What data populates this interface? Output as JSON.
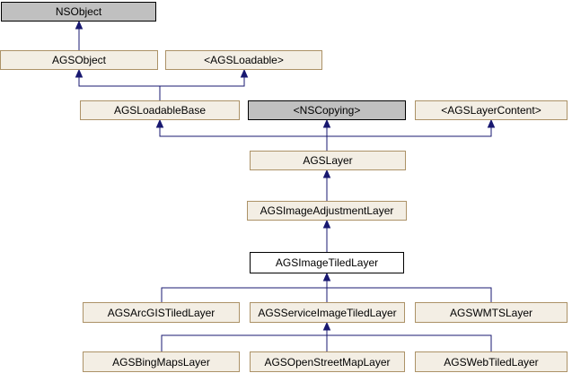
{
  "diagram_type": "class-inheritance-graph",
  "colors": {
    "background": "#FFFFFF",
    "class_node_fill": "#F3EEE4",
    "class_node_border": "#AC9267",
    "external_node_fill": "#C0C0C0",
    "external_node_border": "#000000",
    "current_node_fill": "#FFFFFF",
    "current_node_border": "#000000",
    "arrow": "#191970",
    "text": "#000000"
  },
  "nodes": [
    {
      "label": "NSObject",
      "kind": "external"
    },
    {
      "label": "AGSObject",
      "kind": "class"
    },
    {
      "label": "<AGSLoadable>",
      "kind": "protocol"
    },
    {
      "label": "AGSLoadableBase",
      "kind": "class"
    },
    {
      "label": "<NSCopying>",
      "kind": "external"
    },
    {
      "label": "<AGSLayerContent>",
      "kind": "protocol"
    },
    {
      "label": "AGSLayer",
      "kind": "class"
    },
    {
      "label": "AGSImageAdjustmentLayer",
      "kind": "class"
    },
    {
      "label": "AGSImageTiledLayer",
      "kind": "current"
    },
    {
      "label": "AGSArcGISTiledLayer",
      "kind": "class"
    },
    {
      "label": "AGSServiceImageTiledLayer",
      "kind": "class"
    },
    {
      "label": "AGSWMTSLayer",
      "kind": "class"
    },
    {
      "label": "AGSBingMapsLayer",
      "kind": "class"
    },
    {
      "label": "AGSOpenStreetMapLayer",
      "kind": "class"
    },
    {
      "label": "AGSWebTiledLayer",
      "kind": "class"
    }
  ],
  "edges": [
    {
      "from": "AGSObject",
      "to": "NSObject"
    },
    {
      "from": "AGSLoadableBase",
      "to": "AGSObject"
    },
    {
      "from": "AGSLoadableBase",
      "to": "<AGSLoadable>"
    },
    {
      "from": "AGSLayer",
      "to": "AGSLoadableBase"
    },
    {
      "from": "AGSLayer",
      "to": "<NSCopying>"
    },
    {
      "from": "AGSLayer",
      "to": "<AGSLayerContent>"
    },
    {
      "from": "AGSImageAdjustmentLayer",
      "to": "AGSLayer"
    },
    {
      "from": "AGSImageTiledLayer",
      "to": "AGSImageAdjustmentLayer"
    },
    {
      "from": "AGSArcGISTiledLayer",
      "to": "AGSImageTiledLayer"
    },
    {
      "from": "AGSServiceImageTiledLayer",
      "to": "AGSImageTiledLayer"
    },
    {
      "from": "AGSWMTSLayer",
      "to": "AGSImageTiledLayer"
    },
    {
      "from": "AGSBingMapsLayer",
      "to": "AGSServiceImageTiledLayer"
    },
    {
      "from": "AGSOpenStreetMapLayer",
      "to": "AGSServiceImageTiledLayer"
    },
    {
      "from": "AGSWebTiledLayer",
      "to": "AGSServiceImageTiledLayer"
    }
  ]
}
